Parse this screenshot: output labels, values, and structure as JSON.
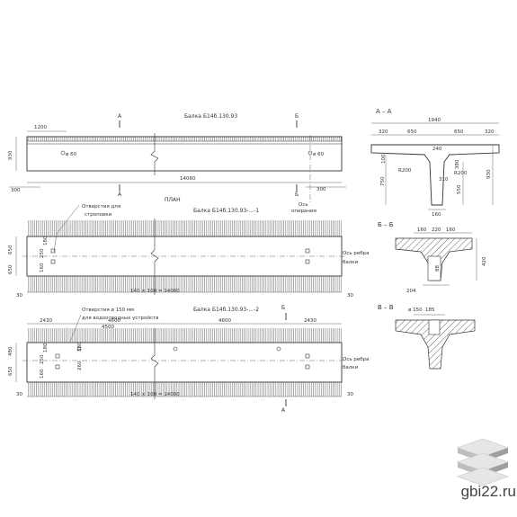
{
  "beams": {
    "b1": {
      "title": "Балка  Б14б.130.93",
      "dims": {
        "h": "930",
        "left": "1200",
        "total": "14060",
        "end_l": "300",
        "end_r": "300",
        "d1": "ø 60",
        "d2": "ø 60"
      },
      "plan_label": "ПЛАН",
      "support_axis": "Ось\nопирания"
    },
    "b2": {
      "title": "Балка  Б14б.130.93-...-1",
      "note": "Отверстия для\nстроповки",
      "dims": {
        "h1": "650",
        "h2": "650",
        "a": "250",
        "b": "180",
        "c": "160",
        "left": "30",
        "right": "30",
        "pitch": "140 × 100 = 14000"
      },
      "rebar_axis": "Ось ребра\nбалки"
    },
    "b3": {
      "title": "Балка  Б14б.130.93-...-2",
      "note": "Отверстия ø 150 мм\nдля водоотводных устройств",
      "dims": {
        "s1": "2430",
        "s2": "4600",
        "s3": "4600",
        "s4": "2430",
        "s_tot": "4500",
        "h1": "650",
        "h2": "480",
        "a": "250",
        "b": "180",
        "c": "160",
        "d": "260",
        "e": "380",
        "left": "30",
        "right": "30",
        "pitch": "140 × 100 = 14000"
      },
      "rebar_axis": "Ось ребра\nбалки"
    }
  },
  "section_marks": {
    "a": "А",
    "b": "Б",
    "v": "В"
  },
  "sections": {
    "aa": {
      "title": "А – А",
      "dims": {
        "total": "1940",
        "p1": "320",
        "p2": "650",
        "p3": "650",
        "p4": "320",
        "top": "240",
        "r1": "R200",
        "r2": "R200",
        "f1": "100",
        "f2": "380",
        "w": "310",
        "h_left": "750",
        "h_mid": "550",
        "h_total": "930",
        "bottom": "160"
      }
    },
    "bb": {
      "title": "Б – Б",
      "dims": {
        "a": "160",
        "b": "220",
        "c": "160",
        "h": "420",
        "ht": "88",
        "w": "204"
      }
    },
    "vv": {
      "title": "В – В",
      "dims": {
        "d": "ø 150",
        "w": "185"
      }
    }
  },
  "brand": {
    "site": "gbi22.ru"
  }
}
